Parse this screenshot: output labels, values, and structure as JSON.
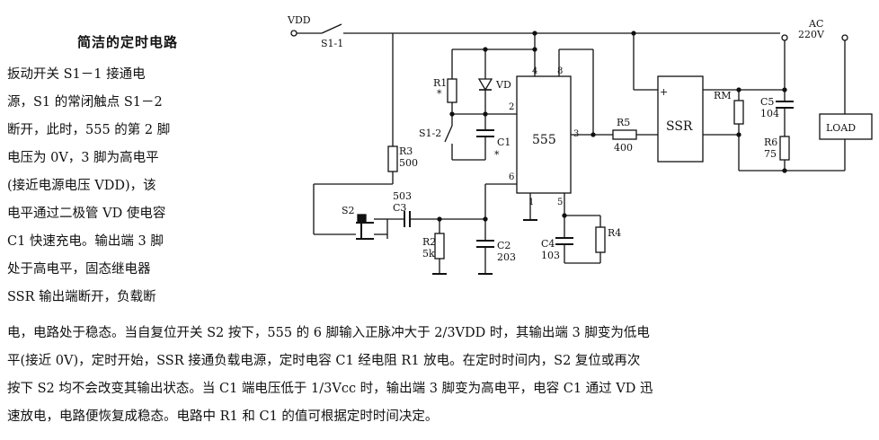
{
  "title": "简洁的定时电路",
  "left_lines": [
    "扳动开关 S1－1 接通电",
    "源，S1 的常闭触点 S1－2",
    "断开，此时，555 的第 2 脚",
    "电压为 0V，3 脚为高电平",
    "(接近电源电压 VDD)，该",
    "电平通过二极管 VD 使电容",
    "C1 快速充电。输出端 3 脚",
    "处于高电平，固态继电器",
    "SSR 输出端断开，负载断"
  ],
  "bottom_lines": [
    "电，电路处于稳态。当自复位开关 S2 按下，555 的 6 脚输入正脉冲大于 2/3VDD 时，其输出端 3 脚变为低电",
    "平(接近 0V)，定时开始，SSR 接通负载电源，定时电容 C1 经电阻 R1 放电。在定时时间内，S2 复位或再次",
    "按下 S2 均不会改变其输出状态。当 C1 端电压低于 1/3Vcc 时，输出端 3 脚变为高电平，电容 C1 通过 VD 迅",
    "速放电，电路便恢复成稳态。电路中 R1 和 C1 的值可根据定时时间决定。"
  ],
  "circuit": {
    "vdd": "VDD",
    "s1_1": "S1-1",
    "r1": "R1",
    "r1_star": "*",
    "vd": "VD",
    "s1_2": "S1-2",
    "c1": "C1",
    "c1_star": "*",
    "ic": "555",
    "pin4": "4",
    "pin8": "8",
    "pin2": "2",
    "pin3": "3",
    "pin6": "6",
    "pin1": "1",
    "pin5": "5",
    "r3": "R3",
    "r3_val": "500",
    "r5": "R5",
    "r5_val": "400",
    "ssr": "SSR",
    "ssr_plus": "+",
    "ssr_minus": "-",
    "rm": "RM",
    "c5": "C5",
    "c5_val": "104",
    "r6": "R6",
    "r6_val": "75",
    "ac": "AC",
    "ac_val": "220V",
    "load": "LOAD",
    "s2": "S2",
    "c3": "C3",
    "c3_val": "503",
    "r2": "R2",
    "r2_val": "5k",
    "c2": "C2",
    "c2_val": "203",
    "c4": "C4",
    "c4_val": "103",
    "r4": "R4"
  }
}
